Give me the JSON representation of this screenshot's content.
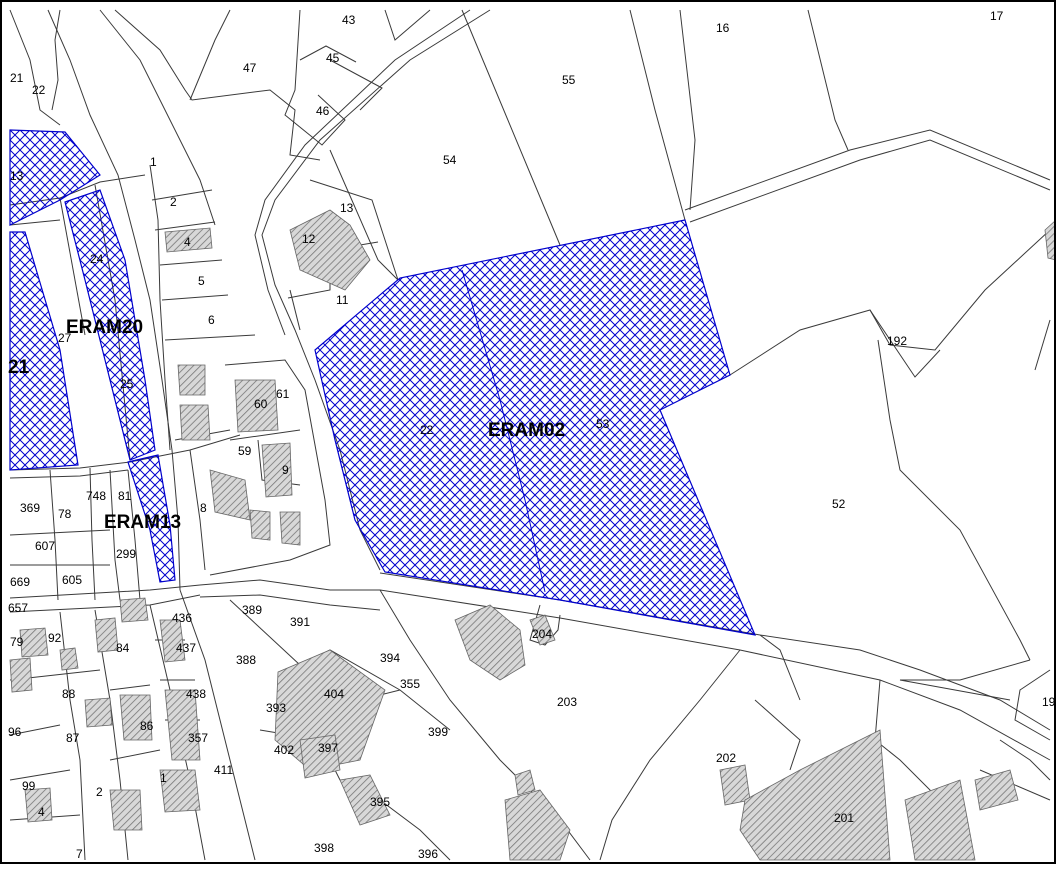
{
  "map": {
    "zones": [
      {
        "id": "ERAM20",
        "label": "ERAM20"
      },
      {
        "id": "ERAM02",
        "label": "ERAM02"
      },
      {
        "id": "ERAM13",
        "label": "ERAM13"
      },
      {
        "id": "ERAM21",
        "label": "21"
      }
    ],
    "parcels": [
      "43",
      "16",
      "17",
      "21",
      "22",
      "47",
      "45",
      "55",
      "46",
      "13",
      "54",
      "1",
      "2",
      "4",
      "13",
      "12",
      "24",
      "5",
      "11",
      "6",
      "192",
      "27",
      "21",
      "25",
      "61",
      "60",
      "22",
      "53",
      "59",
      "9",
      "369",
      "78",
      "748",
      "81",
      "8",
      "52",
      "607",
      "299",
      "669",
      "605",
      "657",
      "436",
      "389",
      "391",
      "79",
      "92",
      "84",
      "437",
      "204",
      "388",
      "394",
      "355",
      "88",
      "404",
      "438",
      "96",
      "86",
      "393",
      "203",
      "19",
      "87",
      "357",
      "397",
      "399",
      "402",
      "411",
      "202",
      "99",
      "2",
      "1",
      "4",
      "395",
      "201",
      "7",
      "398",
      "396"
    ]
  },
  "colors": {
    "zone_hatch": "#0000cc",
    "building_hatch": "#888888",
    "parcel_line": "#3a3a3a",
    "frame": "#000000",
    "background": "#ffffff"
  }
}
